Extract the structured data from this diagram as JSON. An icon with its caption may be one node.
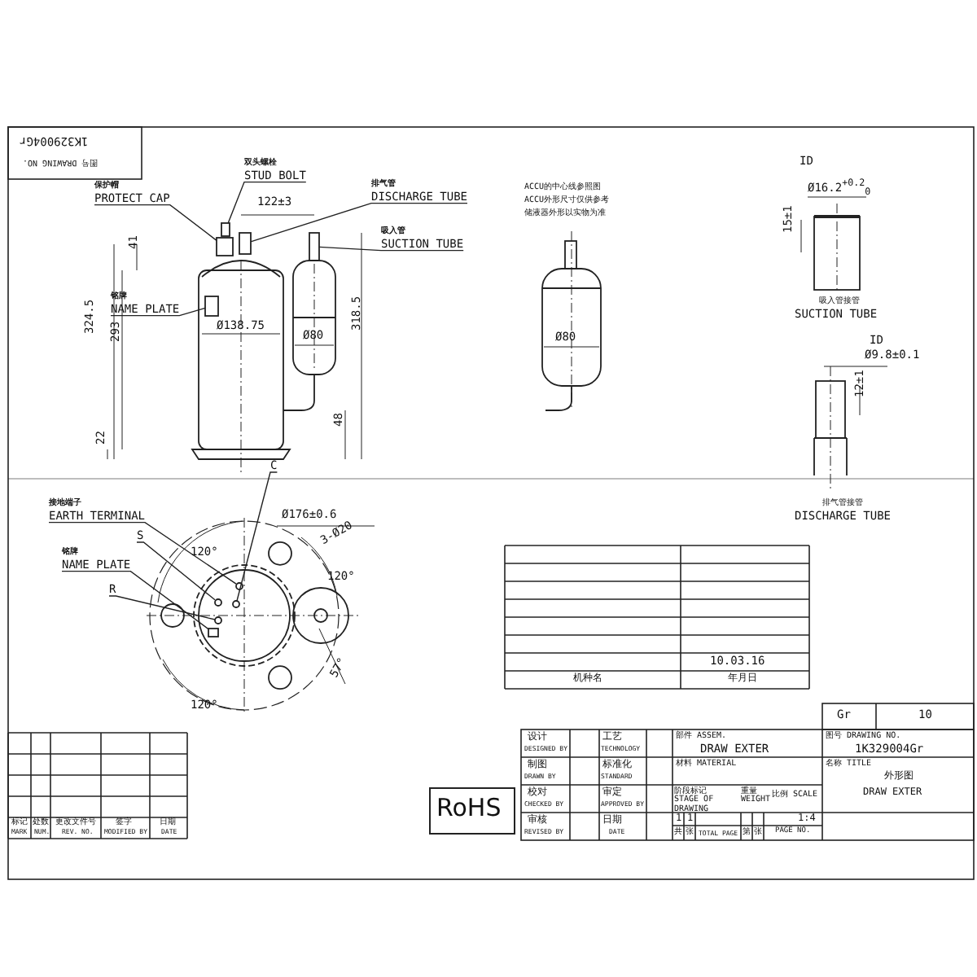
{
  "diagram": {
    "nodes": [
      {
        "text": [
          "保护帽",
          "PROTECT CAP"
        ]
      },
      {
        "text": [
          "双头螺栓",
          "STUD BOLT"
        ]
      },
      {
        "text": [
          "排气管",
          "DISCHARGE TUBE"
        ]
      },
      {
        "text": [
          "吸入管",
          "SUCTION TUBE"
        ]
      },
      {
        "text": [
          "铭牌",
          "NAME PLATE"
        ]
      },
      {
        "text": [
          "C"
        ]
      },
      {
        "text": [
          "接地端子",
          "EARTH TERMINAL"
        ]
      },
      {
        "text": [
          "S"
        ]
      },
      {
        "text": [
          "铭牌",
          "NAME PLATE"
        ]
      },
      {
        "text": [
          "R"
        ]
      },
      {
        "text": [],
        "shape": "box"
      },
      {
        "text": [],
        "shape": "box"
      },
      {
        "text": [],
        "shape": "box"
      },
      {
        "text": [],
        "shape": "box"
      },
      {
        "text": [],
        "shape": "box"
      },
      {
        "text": [],
        "shape": "circle"
      },
      {
        "text": [],
        "shape": "circle"
      },
      {
        "text": [],
        "shape": "circle"
      },
      {
        "text": [],
        "shape": "box"
      },
      {
        "text": [],
        "shape": "circle"
      }
    ],
    "edges": [
      {
        "from": 0,
        "to": 10,
        "arrow": "none"
      },
      {
        "from": 1,
        "to": 11,
        "arrow": "none"
      },
      {
        "from": 2,
        "to": 12,
        "arrow": "none"
      },
      {
        "from": 3,
        "to": 13,
        "arrow": "none"
      },
      {
        "from": 4,
        "to": 14,
        "arrow": "none"
      },
      {
        "from": 5,
        "to": 15,
        "arrow": "none"
      },
      {
        "from": 6,
        "to": 16,
        "arrow": "none"
      },
      {
        "from": 7,
        "to": 17,
        "arrow": "none"
      },
      {
        "from": 8,
        "to": 18,
        "arrow": "none"
      },
      {
        "from": 9,
        "to": 19,
        "arrow": "none"
      }
    ],
    "labels": [
      "1K329004Gr",
      "图号 DRAWING NO.",
      "122±3",
      "41",
      "324.5",
      "293",
      "Ø138.75",
      "Ø80",
      "318.5",
      "48",
      "22",
      "ACCU的中心线参照图",
      "ACCU外形尺寸仅供参考",
      "储液器外形以实物为准",
      "Ø80",
      "ID",
      "Ø16.2$^{+0.2}$$_{0}$",
      "15±1",
      "吸入管接管",
      "SUCTION TUBE",
      "ID",
      "Ø9.8±0.1",
      "12±1",
      "排气管接管",
      "Ø176±0.6",
      "DISCHARGE TUBE",
      "3-Ø20",
      "120°",
      "120°",
      "120°",
      "57°",
      "10.03.16",
      "机种名",
      "年月日",
      "Gr",
      "10",
      "RoHS",
      "设计",
      "DESIGNED BY",
      "工艺",
      "TECHNOLOGY",
      "部件 ASSEM.",
      "DRAW EXTER",
      "图号 DRAWING NO.",
      "1K329004Gr",
      "制图",
      "DRAWN BY",
      "标准化",
      "STANDARD",
      "材料 MATERIAL",
      "名称 TITLE",
      "外形图",
      "DRAW EXTER",
      "校对",
      "CHECKED BY",
      "审定",
      "APPROVED BY",
      "阶段标记 STAGE OF DRAWING",
      "重量 WEIGHT",
      "比例 SCALE",
      "审核",
      "REVISED BY",
      "日期",
      "DATE",
      "1",
      "1",
      "1:4",
      "共",
      "张",
      "TOTAL PAGE",
      "第",
      "张",
      "PAGE NO.",
      "标记",
      "MARK",
      "处数",
      "NUM.",
      "更改文件号",
      "REV. NO.",
      "签字",
      "MODIFIED BY",
      "日期",
      "DATE"
    ]
  }
}
